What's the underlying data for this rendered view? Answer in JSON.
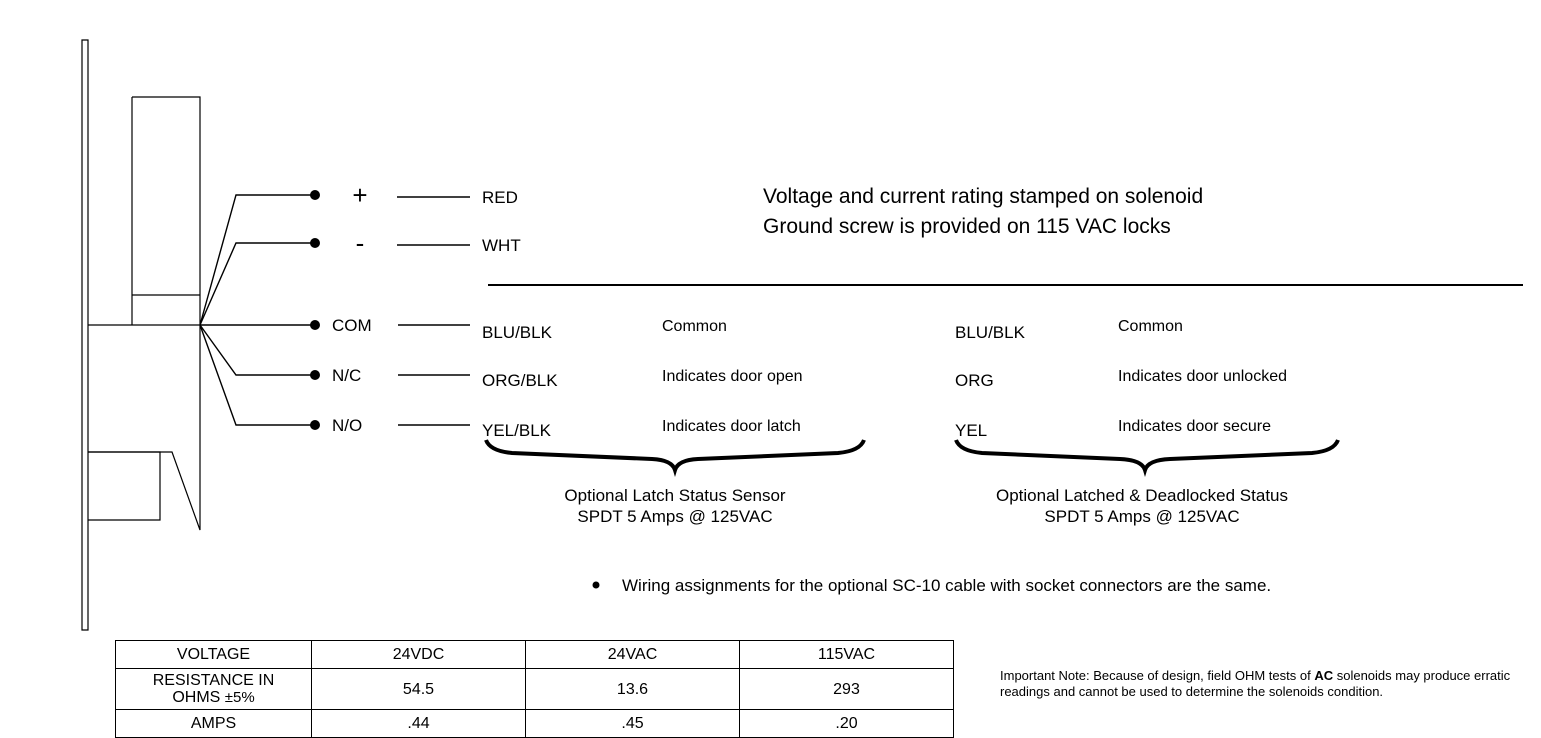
{
  "terminals": [
    {
      "label": "+",
      "wire": "RED"
    },
    {
      "label": "-",
      "wire": "WHT"
    },
    {
      "label": "COM",
      "wire": "BLU/BLK",
      "function": "Common",
      "alt_wire": "BLU/BLK",
      "alt_function": "Common"
    },
    {
      "label": "N/C",
      "wire": "ORG/BLK",
      "function": "Indicates door open",
      "alt_wire": "ORG",
      "alt_function": "Indicates door unlocked"
    },
    {
      "label": "N/O",
      "wire": "YEL/BLK",
      "function": "Indicates door latch",
      "alt_wire": "YEL",
      "alt_function": "Indicates door secure"
    }
  ],
  "notes": {
    "rating": "Voltage and current rating stamped on solenoid",
    "ground": "Ground screw is provided on 115 VAC locks",
    "wiring": "Wiring assignments for the optional SC-10 cable with socket connectors are the same."
  },
  "sensors": {
    "latch": {
      "title": "Optional Latch Status Sensor",
      "spec": "SPDT 5 Amps @ 125VAC"
    },
    "deadlock": {
      "title": "Optional Latched & Deadlocked Status",
      "spec": "SPDT 5 Amps @ 125VAC"
    }
  },
  "table": {
    "voltage_label": "VOLTAGE",
    "resistance_label": "RESISTANCE IN",
    "resistance_label_2": "OHMS",
    "tolerance": "±5%",
    "amps_label": "AMPS",
    "columns": [
      "24VDC",
      "24VAC",
      "115VAC"
    ],
    "resistance": [
      "54.5",
      "13.6",
      "293"
    ],
    "amps": [
      ".44",
      ".45",
      ".20"
    ]
  },
  "important_note": {
    "prefix": "Important Note:  Because of design, field OHM tests of ",
    "bold": "AC",
    "suffix": " solenoids may produce erratic readings and cannot be used to determine the solenoids condition."
  }
}
